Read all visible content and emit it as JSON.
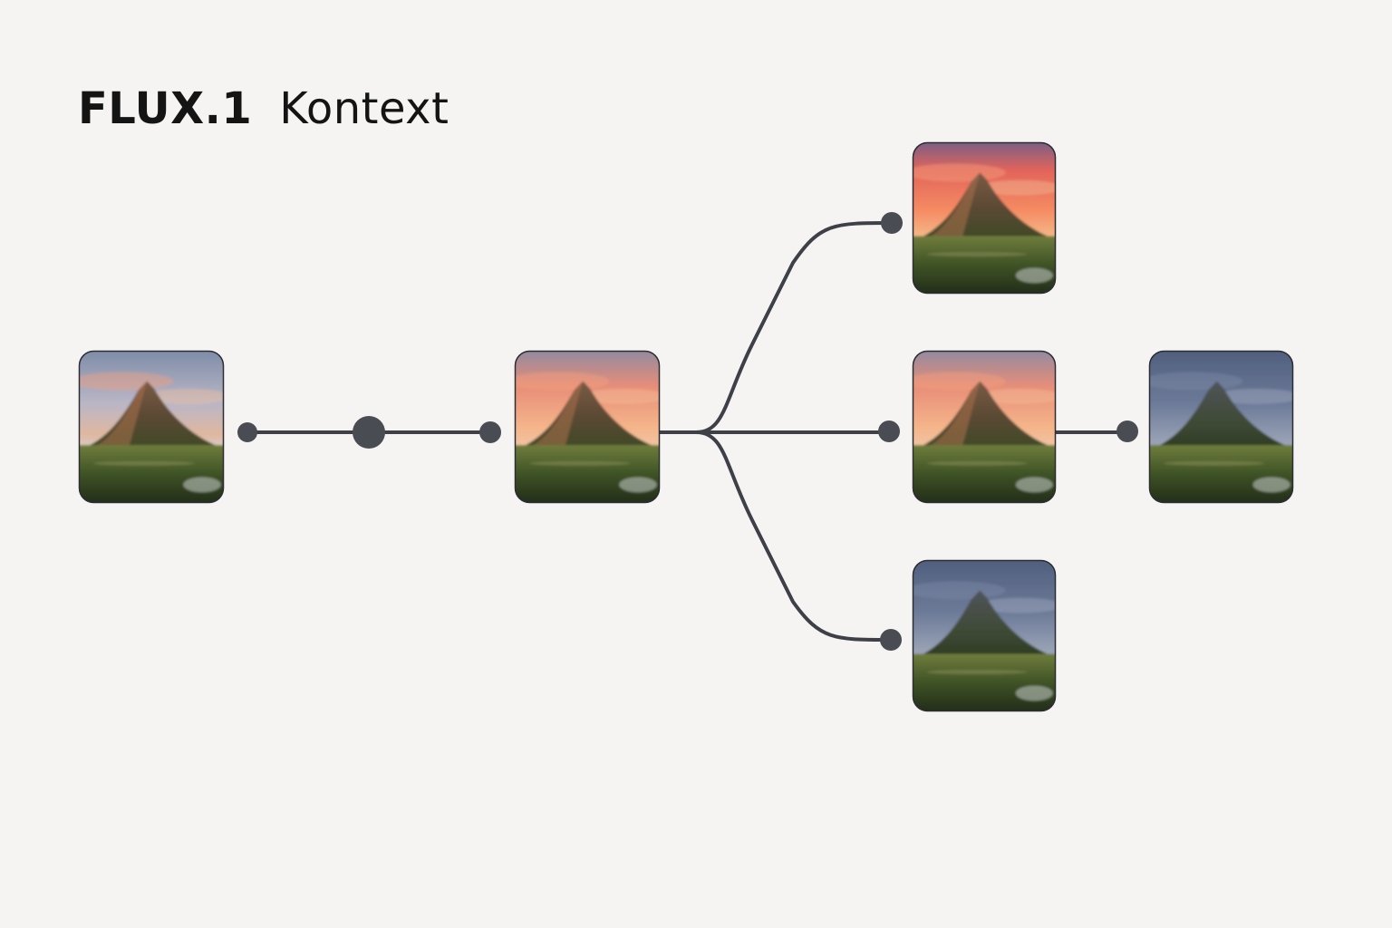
{
  "title": {
    "brand": "FLUX.1",
    "product": "Kontext"
  },
  "colors": {
    "background": "#f5f4f2",
    "connector": "#3e4047",
    "node_fill": "#4a4c53"
  },
  "images": [
    {
      "id": "input",
      "subject": "mountain-landscape",
      "palette": "dusk-muted"
    },
    {
      "id": "edit-1",
      "subject": "mountain-landscape",
      "palette": "sunset-glow"
    },
    {
      "id": "variant-sunset",
      "subject": "mountain-landscape",
      "palette": "sunset-vivid"
    },
    {
      "id": "variant-warm",
      "subject": "mountain-landscape",
      "palette": "sunset-glow"
    },
    {
      "id": "variant-storm",
      "subject": "mountain-landscape",
      "palette": "overcast-blue"
    },
    {
      "id": "final",
      "subject": "mountain-landscape",
      "palette": "overcast-blue"
    }
  ]
}
